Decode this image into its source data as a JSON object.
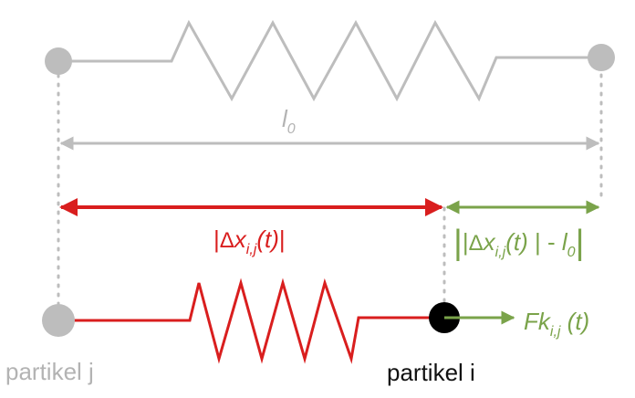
{
  "labels": {
    "rest_length_symbol": "l",
    "rest_length_sub": "0",
    "delta_bar_left": "|",
    "delta_symbol": "Δ",
    "delta_var": "x",
    "delta_sub": "i,j",
    "delta_arg": "(t)",
    "delta_bar_right": "|",
    "ext_outer_left": "|",
    "ext_inner_left": "|",
    "ext_minus": " | - ",
    "ext_l": "l",
    "ext_l_sub": "0",
    "ext_outer_right": "|",
    "force_var": "Fk",
    "force_sub": "i,j",
    "force_arg": " (t)",
    "particle_j": "partikel j",
    "particle_i": "partikel i"
  },
  "colors": {
    "rest_spring": "#bdbdbd",
    "particle_gray": "#bdbdbd",
    "red": "#d91e1e",
    "green": "#7aa34a",
    "black": "#000000"
  }
}
